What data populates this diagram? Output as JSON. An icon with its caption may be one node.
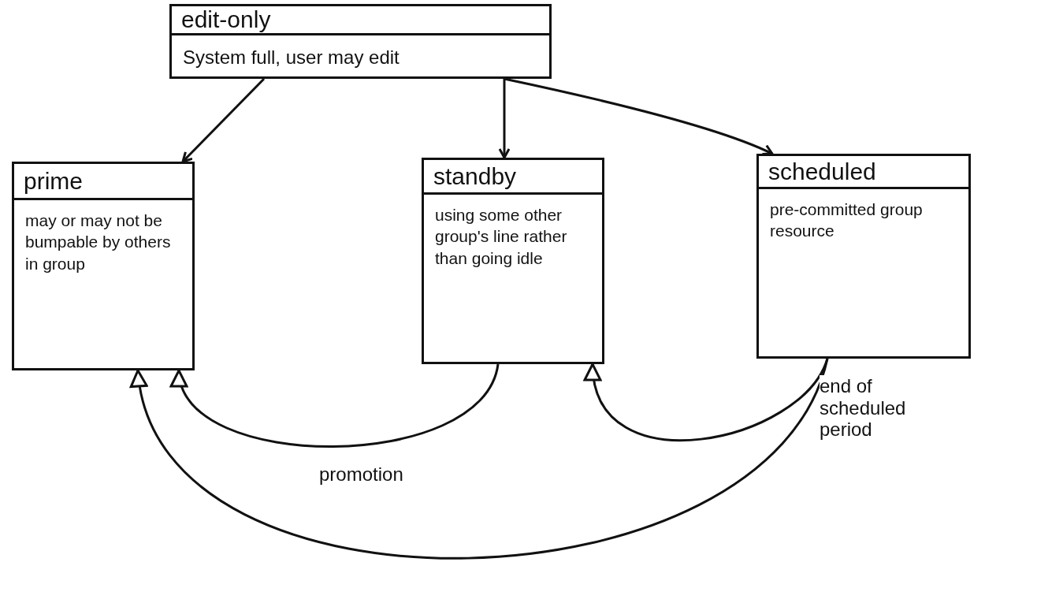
{
  "diagram": {
    "nodes": [
      {
        "text": [
          "edit-only",
          "System full, user may edit"
        ]
      },
      {
        "text": [
          "prime",
          "may or may not be bumpable by others in group"
        ]
      },
      {
        "text": [
          "standby",
          "using some other group's line rather than going idle"
        ]
      },
      {
        "text": [
          "scheduled",
          "pre-committed group resource"
        ]
      }
    ],
    "edges": [
      {
        "from": 0,
        "to": 1,
        "arrow": "to"
      },
      {
        "from": 0,
        "to": 2,
        "arrow": "to"
      },
      {
        "from": 0,
        "to": 3,
        "arrow": "to"
      },
      {
        "from": 2,
        "to": 1,
        "arrow": "to",
        "label": "promotion"
      },
      {
        "from": 3,
        "to": 2,
        "arrow": "to",
        "label": "end of scheduled period"
      },
      {
        "from": 3,
        "to": 1,
        "arrow": "to"
      }
    ]
  }
}
